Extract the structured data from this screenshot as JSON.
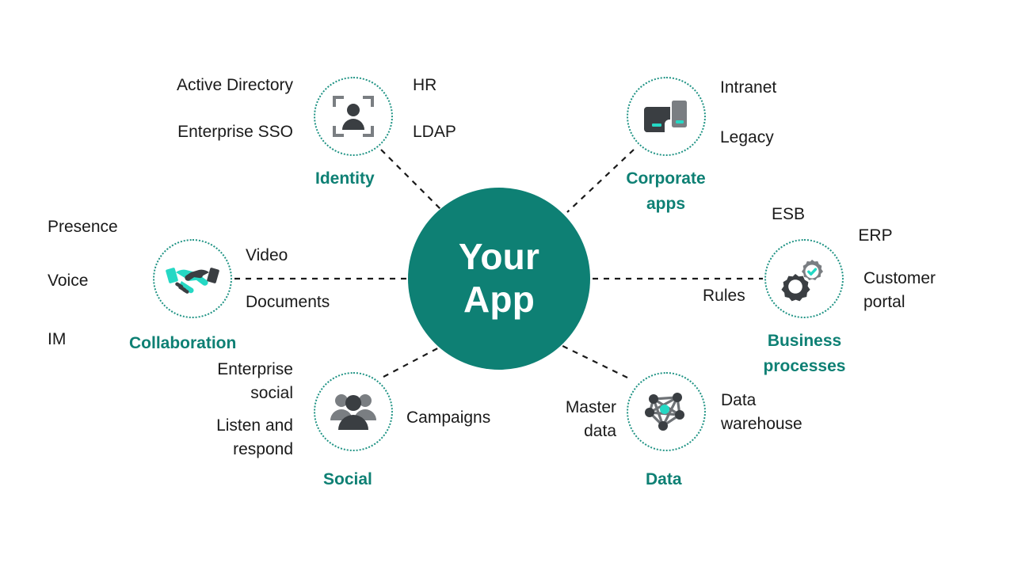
{
  "hub": {
    "line1": "Your",
    "line2": "App",
    "color": "#0e8074"
  },
  "colors": {
    "teal_dark": "#0e8074",
    "teal_dotted_border": "#1f9384",
    "teal_accent": "#25d8c4",
    "icon_dark": "#3a3e42",
    "icon_gray": "#7a7e82",
    "text_dark": "#1a1a1a",
    "connector": "#1a1a1a"
  },
  "nodes": [
    {
      "id": "identity",
      "label": "Identity",
      "icon": "person-in-frame-icon",
      "tags": [
        "Active Directory",
        "Enterprise SSO",
        "HR",
        "LDAP"
      ]
    },
    {
      "id": "corporate-apps",
      "label": "Corporate\napps",
      "icon": "devices-icon",
      "tags": [
        "Intranet",
        "Legacy"
      ]
    },
    {
      "id": "collaboration",
      "label": "Collaboration",
      "icon": "handshake-icon",
      "tags": [
        "Presence",
        "Voice",
        "IM",
        "Video",
        "Documents"
      ]
    },
    {
      "id": "business-processes",
      "label": "Business\nprocesses",
      "icon": "gears-check-icon",
      "tags": [
        "ESB",
        "ERP",
        "Rules",
        "Customer\nportal"
      ]
    },
    {
      "id": "social",
      "label": "Social",
      "icon": "people-group-icon",
      "tags": [
        "Enterprise\nsocial",
        "Listen and\nrespond",
        "Campaigns"
      ]
    },
    {
      "id": "data",
      "label": "Data",
      "icon": "network-graph-icon",
      "tags": [
        "Master\ndata",
        "Data\nwarehouse"
      ]
    }
  ],
  "tags": {
    "active_directory": "Active Directory",
    "enterprise_sso": "Enterprise SSO",
    "hr": "HR",
    "ldap": "LDAP",
    "intranet": "Intranet",
    "legacy": "Legacy",
    "presence": "Presence",
    "voice": "Voice",
    "im": "IM",
    "video": "Video",
    "documents": "Documents",
    "esb": "ESB",
    "erp": "ERP",
    "rules": "Rules",
    "customer_portal": "Customer\nportal",
    "enterprise_social": "Enterprise\nsocial",
    "listen_and_respond": "Listen and\nrespond",
    "campaigns": "Campaigns",
    "master_data": "Master\ndata",
    "data_warehouse": "Data\nwarehouse"
  },
  "labels": {
    "identity": "Identity",
    "corporate_apps": "Corporate\napps",
    "collaboration": "Collaboration",
    "business_processes": "Business\nprocesses",
    "social": "Social",
    "data": "Data"
  }
}
